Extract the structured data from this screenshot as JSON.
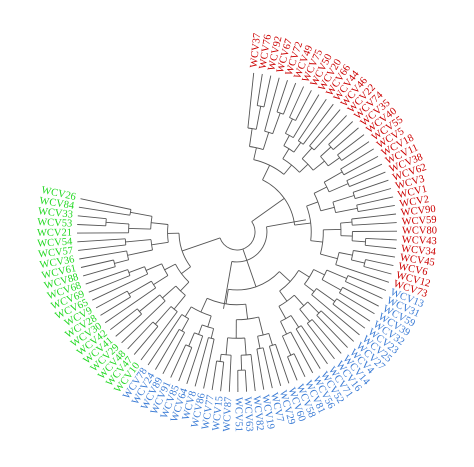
{
  "colors": {
    "red": "#cc0000",
    "blue": "#3a7bd5",
    "green": "#22d822",
    "branch": "#555555"
  },
  "clades": [
    {
      "name": "red-clade",
      "color": "#cc0000",
      "labels": [
        "WCV37",
        "WCV76",
        "WCV92",
        "WCV67",
        "WCV72",
        "WCV49",
        "WCV75",
        "WCV50",
        "WCV20",
        "WCV66",
        "WCV44",
        "WCV46",
        "WCV22",
        "WCV74",
        "WCV35",
        "WCV40",
        "WCV55",
        "WCV5",
        "WCV18",
        "WCV11",
        "WCV38",
        "WCV62",
        "WCV3",
        "WCV1",
        "WCV2",
        "WCV90",
        "WCV59",
        "WCV80",
        "WCV43",
        "WCV34",
        "WCV45",
        "WCV6",
        "WCV12",
        "WCV73"
      ]
    },
    {
      "name": "blue-clade",
      "color": "#3a7bd5",
      "labels": [
        "WCV13",
        "WCV31",
        "WCV59",
        "WCV39",
        "WCV32",
        "WCV23",
        "WCV25",
        "WCV27",
        "WCV4",
        "WCV14",
        "WCV16",
        "WCV71",
        "WCV52",
        "WCV56",
        "WCV81",
        "WCV58",
        "WCV60",
        "WCV29",
        "WCV7",
        "WCV19",
        "WCV82",
        "WCV63",
        "WCV51",
        "WCV87",
        "WCV15",
        "WCV77",
        "WCV86",
        "WCV8",
        "WCV64",
        "WCV85",
        "WCV91",
        "WCV89",
        "WCV24",
        "WCV78"
      ]
    },
    {
      "name": "green-clade",
      "color": "#22d822",
      "labels": [
        "WCV10",
        "WCV47",
        "WCV48",
        "WCV29",
        "WCV41",
        "WCV42",
        "WCV30",
        "WCV28",
        "WCV9",
        "WCV65",
        "WCV69",
        "WCV68",
        "WCV88",
        "WCV61",
        "WCV36",
        "WCV57",
        "WCV54",
        "WCV21",
        "WCV53",
        "WCV33",
        "WCV84",
        "WCV26"
      ]
    }
  ]
}
